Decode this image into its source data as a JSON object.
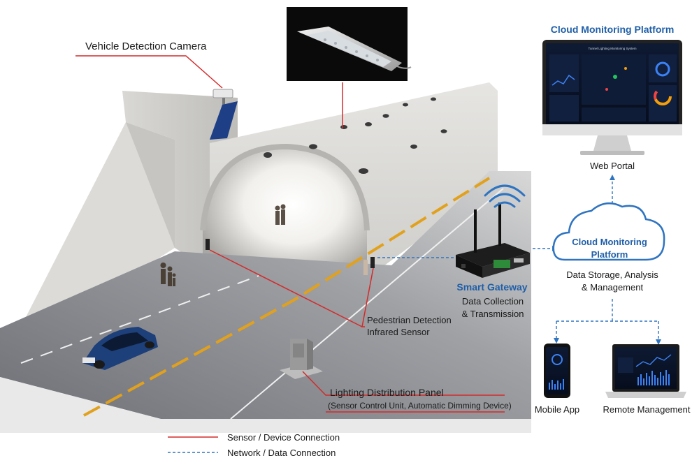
{
  "labels": {
    "vehicle_camera": "Vehicle Detection Camera",
    "pedestrian_sensor_1": "Pedestrian Detection",
    "pedestrian_sensor_2": "Infrared Sensor",
    "panel_title": "Lighting Distribution Panel",
    "panel_detail": "(Sensor Control Unit,  Automatic Dimming Device)",
    "gateway_title": "Smart Gateway",
    "gateway_desc_1": "Data Collection",
    "gateway_desc_2": "& Transmission",
    "cloud_title_top": "Cloud Monitoring Platform",
    "web_portal": "Web Portal",
    "cloud_node_1": "Cloud Monitoring",
    "cloud_node_2": "Platform",
    "cloud_desc_1": "Data Storage, Analysis",
    "cloud_desc_2": "& Management",
    "mobile_app": "Mobile App",
    "remote_mgmt": "Remote Management",
    "screen_title": "Tunnel Lighting Monitoring System"
  },
  "legend": {
    "sensor": "Sensor / Device Connection",
    "network": "Network / Data Connection"
  },
  "colors": {
    "sensor_line": "#d42a2a",
    "network_line": "#2f74c0",
    "accent_blue": "#1f5fa8",
    "tunnel_concrete": "#cfcfcd",
    "road": "#7d7f85",
    "road_stripe": "#e2a11c",
    "car": "#1d3f7a"
  },
  "icons": {
    "camera": "camera-icon",
    "light": "led-light-icon",
    "wifi": "wifi-icon",
    "cloud": "cloud-icon",
    "monitor": "monitor-icon",
    "phone": "phone-icon",
    "laptop": "laptop-icon",
    "gateway": "router-icon",
    "sensor": "ir-sensor-icon",
    "panel": "distribution-panel-icon"
  }
}
